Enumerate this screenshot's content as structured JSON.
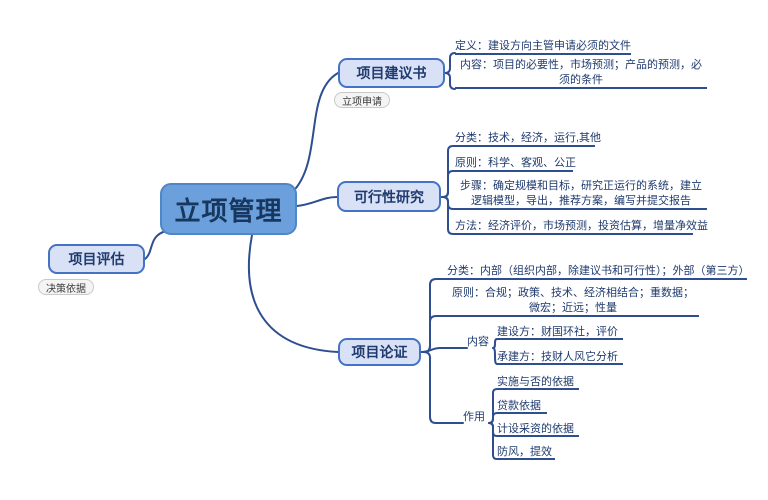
{
  "central": {
    "label": "立项管理"
  },
  "left_branch": {
    "label": "项目评估",
    "note": "决策依据"
  },
  "branches": {
    "proposal": {
      "label": "项目建议书",
      "note": "立项申请",
      "items": {
        "definition": "定义：建设方向主管申请必须的文件",
        "content": "内容：项目的必要性，市场预测；产品的预测，必须的条件"
      }
    },
    "feasibility": {
      "label": "可行性研究",
      "items": {
        "classification": "分类：技术，经济，运行,其他",
        "principles": "原则：科学、客观、公正",
        "steps": "步骤：确定规模和目标，研究正运行的系统，建立逻辑模型，导出，推荐方案，编写并提交报告",
        "methods": "方法：经济评价，市场预测，投资估算，增量净效益"
      }
    },
    "argumentation": {
      "label": "项目论证",
      "items": {
        "classification": "分类：内部（组织内部，除建议书和可行性）；外部（第三方）",
        "principles": "原则：合规；政策、技术、经济相结合；重数据；微宏；近远；性量",
        "content": {
          "label": "内容",
          "builder": "建设方：财国环社，评价",
          "contractor": "承建方：技财人风它分析"
        },
        "function": {
          "label": "作用",
          "items": {
            "implement_basis": "实施与否的依据",
            "loan_basis": "贷款依据",
            "procurement_basis": "计设采资的依据",
            "risk_efficiency": "防风，提效"
          }
        }
      }
    }
  },
  "colors": {
    "central_fill": "#6CA0DD",
    "central_border": "#4D87C7",
    "branch_fill": "#D9E1F6",
    "branch_border": "#4472C4",
    "connector": "#2E4E8F",
    "text": "#1F3A6E"
  }
}
